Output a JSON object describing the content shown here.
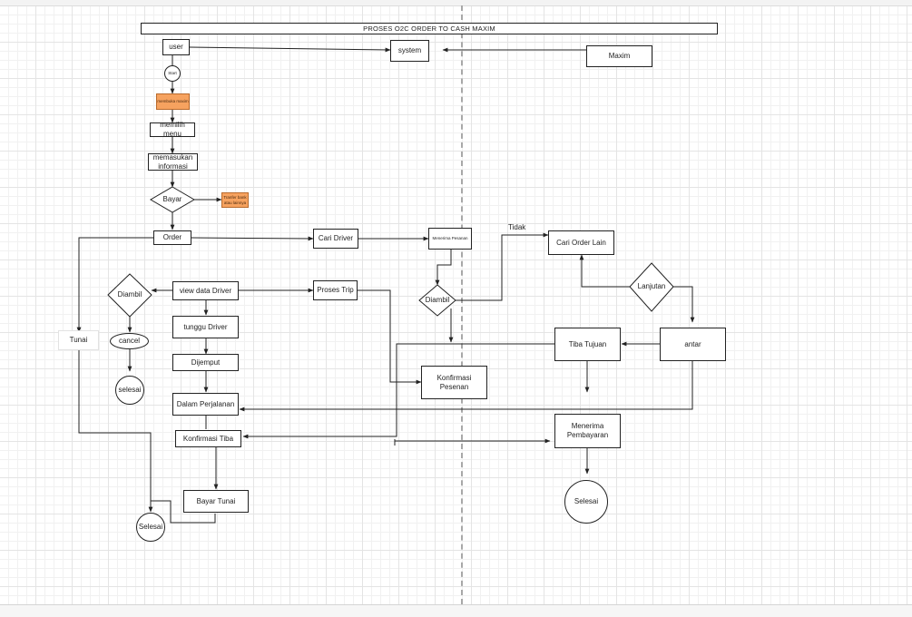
{
  "diagram": {
    "title": "PROSES O2C ORDER TO CASH MAXIM",
    "nodes": {
      "user": "user",
      "system": "system",
      "maxim": "Maxim",
      "start": "Start",
      "membuka_maxim": "membuka maxim",
      "memilih_menu": "memilih menu",
      "memasukan_informasi": "memasukan informasi",
      "bayar": "Bayar",
      "transfer": "Tranfer bank atau lainnya",
      "order": "Order",
      "cari_driver": "Cari Driver",
      "menerima_pesanan": "Menerima Pesanan",
      "cari_order_lain": "Cari Order Lain",
      "lanjutan": "Lanjutan",
      "diambil_left": "Diambil",
      "view_data_driver": "view data Driver",
      "proses_trip": "Proses Trip",
      "diambil_mid": "Diambil",
      "tunai": "Tunai",
      "cancel": "cancel",
      "tunggu_driver": "tunggu Driver",
      "tiba_tujuan": "Tiba Tujuan",
      "antar": "antar",
      "dijemput": "Dijemput",
      "konfirmasi_pesenan": "Konfirmasi Pesenan",
      "selesai_small": "selesai",
      "dalam_perjalanan": "Dalam Perjalanan",
      "menerima_pembayaran": "Menerima Pembayaran",
      "konfirmasi_tiba": "Konfirmasi Tiba",
      "bayar_tunai": "Bayar Tunai",
      "selesai_right": "Selesai",
      "selesai_left": "Selesai"
    },
    "edge_labels": {
      "tidak": "Tidak"
    }
  }
}
